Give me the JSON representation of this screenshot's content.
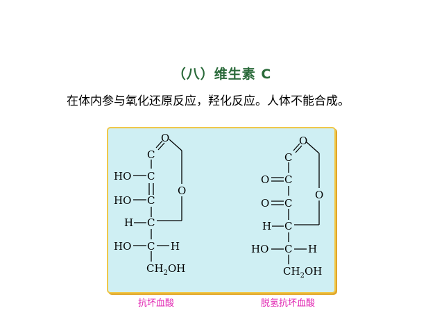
{
  "title": "（八）维生素 C",
  "subtitle": "在体内参与氧化还原反应，羟化反应。人体不能合成。",
  "left_structure": {
    "atoms": {
      "o_top": "O",
      "c1": "C",
      "ho2": "HO",
      "c2": "C",
      "ho3": "HO",
      "c3": "C",
      "ring_o": "O",
      "h4": "H",
      "c4": "C",
      "ho5": "HO",
      "c5": "C",
      "h5": "H",
      "ch2oh": "CH2OH"
    },
    "caption": "抗坏血酸"
  },
  "right_structure": {
    "atoms": {
      "o_top": "O",
      "c1": "C",
      "o2": "O",
      "c2": "C",
      "o3": "O",
      "c3": "C",
      "ring_o": "O",
      "h4": "H",
      "c4": "C",
      "ho5": "HO",
      "c5": "C",
      "h5": "H",
      "ch2oh": "CH2OH"
    },
    "caption": "脱氢抗坏血酸"
  }
}
